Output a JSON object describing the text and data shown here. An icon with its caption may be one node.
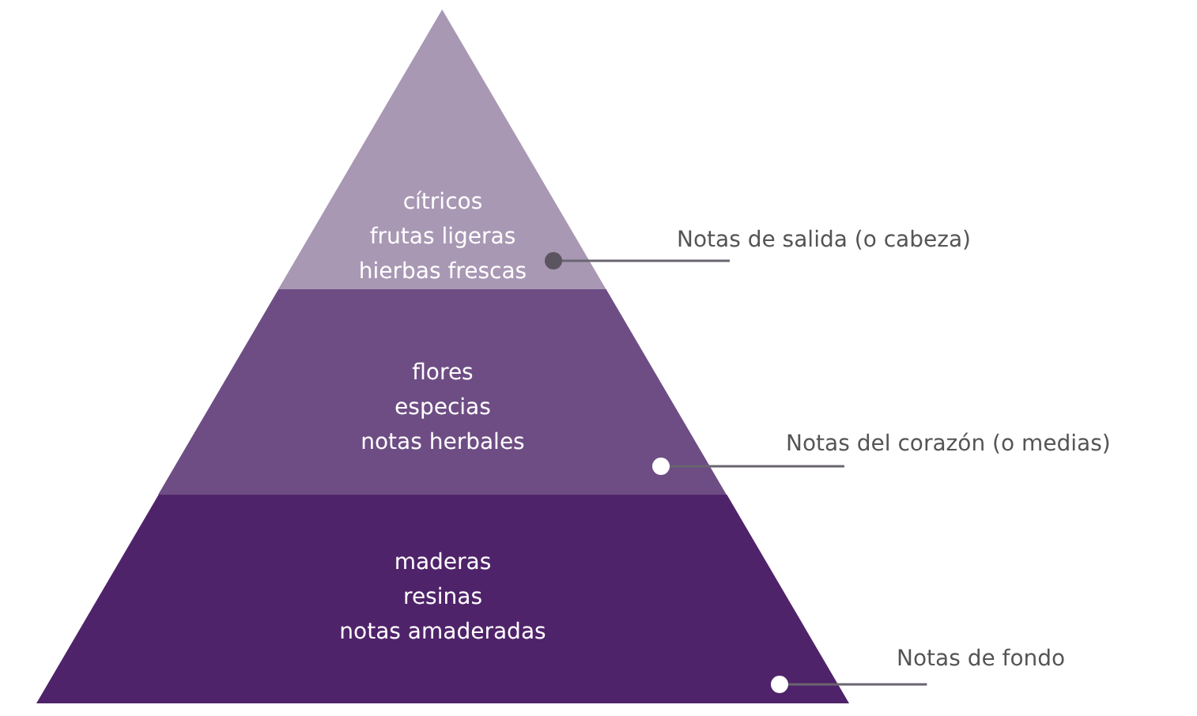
{
  "diagram": {
    "nodes": [
      {
        "text": [
          "cítricos",
          "frutas ligeras",
          "hierbas frescas"
        ]
      },
      {
        "text": [
          "flores",
          "especias",
          "notas herbales"
        ]
      },
      {
        "text": [
          "maderas",
          "resinas",
          "notas amaderadas"
        ]
      },
      {
        "text": [
          "Notas de salida (o cabeza)"
        ]
      },
      {
        "text": [
          "Notas del corazón (o medias)"
        ]
      },
      {
        "text": [
          "Notas de fondo"
        ]
      }
    ],
    "edges": [
      {
        "from": 3,
        "to": 0,
        "arrow": "other"
      },
      {
        "from": 4,
        "to": 1,
        "arrow": "other"
      },
      {
        "from": 5,
        "to": 2,
        "arrow": "other"
      }
    ]
  }
}
